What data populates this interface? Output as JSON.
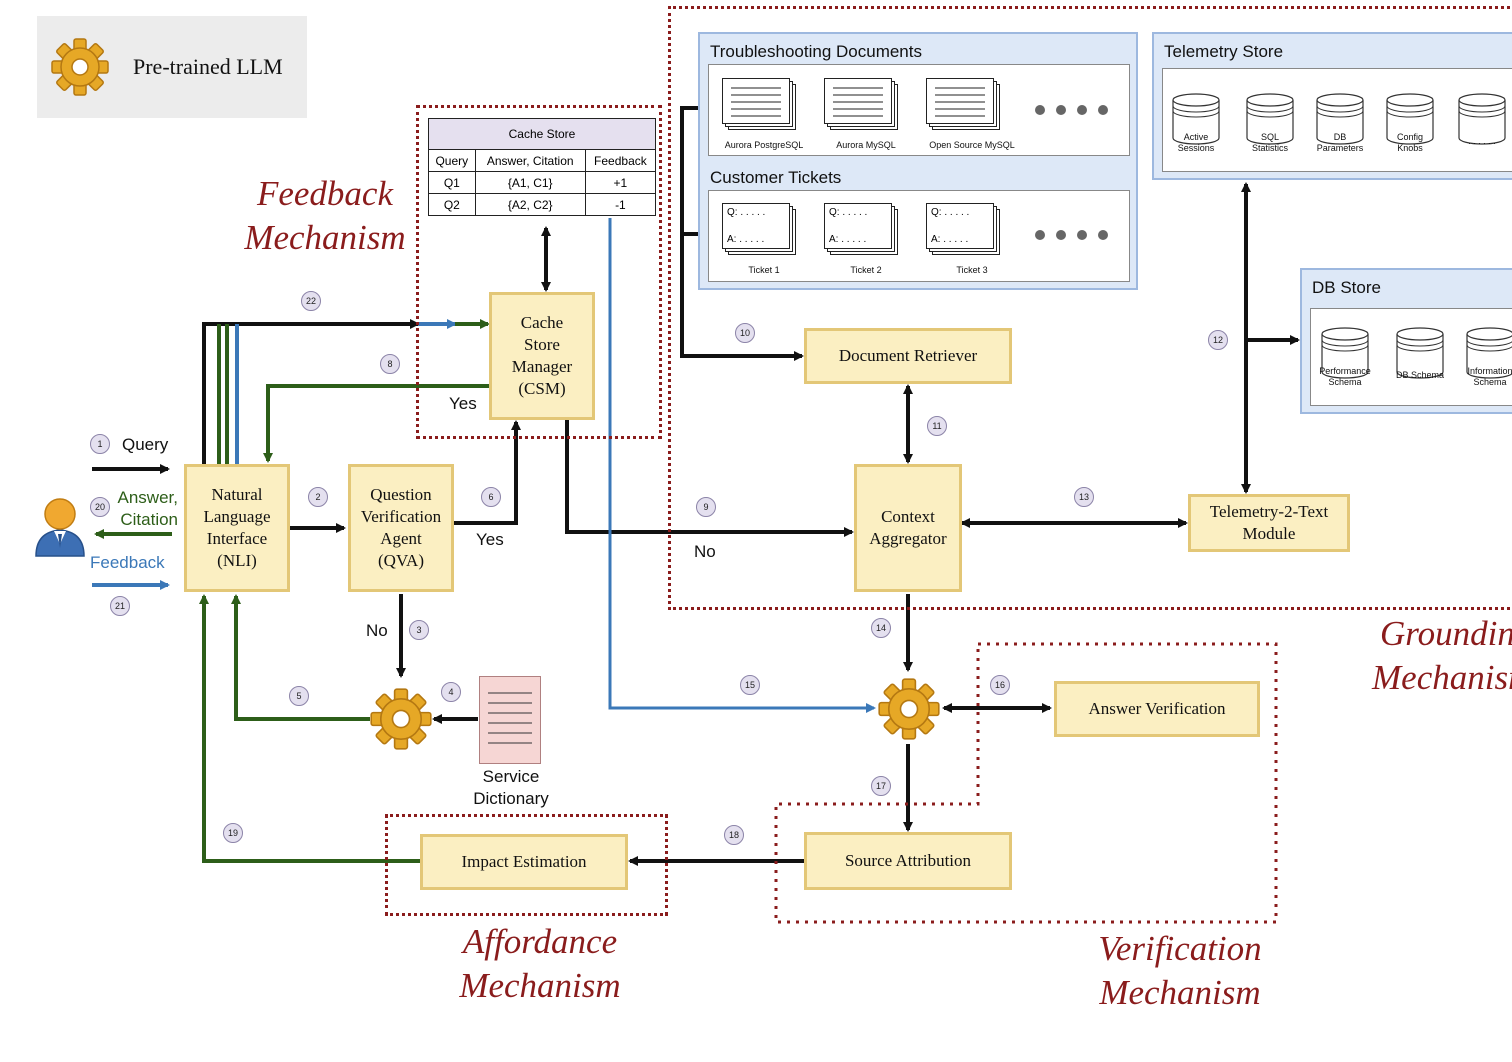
{
  "legend": {
    "label": "Pre-trained LLM",
    "icon": "gear-icon"
  },
  "mechanisms": {
    "feedback": [
      "Feedback",
      "Mechanism"
    ],
    "grounding": [
      "Grounding",
      "Mechanism"
    ],
    "affordance": [
      "Affordance",
      "Mechanism"
    ],
    "verification": [
      "Verification",
      "Mechanism"
    ]
  },
  "cache_store": {
    "title": "Cache Store",
    "columns": [
      "Query",
      "Answer, Citation",
      "Feedback"
    ],
    "rows": [
      [
        "Q1",
        "{A1, C1}",
        "+1"
      ],
      [
        "Q2",
        "{A2, C2}",
        "-1"
      ]
    ]
  },
  "nodes": {
    "csm": [
      "Cache",
      "Store",
      "Manager",
      "(CSM)"
    ],
    "nli": [
      "Natural",
      "Language",
      "Interface",
      "(NLI)"
    ],
    "qva": [
      "Question",
      "Verification",
      "Agent",
      "(QVA)"
    ],
    "document_retriever": "Document Retriever",
    "context_aggregator": [
      "Context",
      "Aggregator"
    ],
    "telemetry_2_text": [
      "Telemetry-2-Text",
      "Module"
    ],
    "answer_verification": "Answer Verification",
    "source_attribution": "Source Attribution",
    "impact_estimation": "Impact Estimation",
    "service_dictionary": [
      "Service",
      "Dictionary"
    ]
  },
  "troubleshooting": {
    "title": "Troubleshooting Documents",
    "docs": [
      "Aurora PostgreSQL",
      "Aurora MySQL",
      "Open Source MySQL"
    ]
  },
  "tickets": {
    "title": "Customer Tickets",
    "q": "Q: . . . . .",
    "a": "A: . . . . .",
    "items": [
      "Ticket 1",
      "Ticket 2",
      "Ticket 3"
    ]
  },
  "telemetry_store": {
    "title": "Telemetry Store",
    "items": [
      [
        "Active",
        "Sessions"
      ],
      [
        "SQL",
        "Statistics"
      ],
      [
        "DB",
        "Parameters"
      ],
      [
        "Config",
        "Knobs"
      ],
      [
        ". . . . . .",
        ""
      ]
    ]
  },
  "db_store": {
    "title": "DB Store",
    "items": [
      [
        "Performance",
        "Schema"
      ],
      [
        "DB Schema",
        ""
      ],
      [
        "Information",
        "Schema"
      ]
    ]
  },
  "edge_labels": {
    "query": "Query",
    "answer_citation": [
      "Answer,",
      "Citation"
    ],
    "feedback": "Feedback",
    "yes_csm": "Yes",
    "yes_qva": "Yes",
    "no_qva": "No",
    "no_csm": "No"
  },
  "steps": [
    "1",
    "2",
    "3",
    "4",
    "5",
    "6",
    "8",
    "9",
    "10",
    "11",
    "12",
    "13",
    "14",
    "15",
    "16",
    "17",
    "18",
    "19",
    "20",
    "21",
    "22"
  ],
  "colors": {
    "black": "#111111",
    "green": "#2d5e19",
    "blue": "#3b78b8",
    "dotted_border": "#8a1c1c",
    "box_fill": "#fbefc2"
  }
}
